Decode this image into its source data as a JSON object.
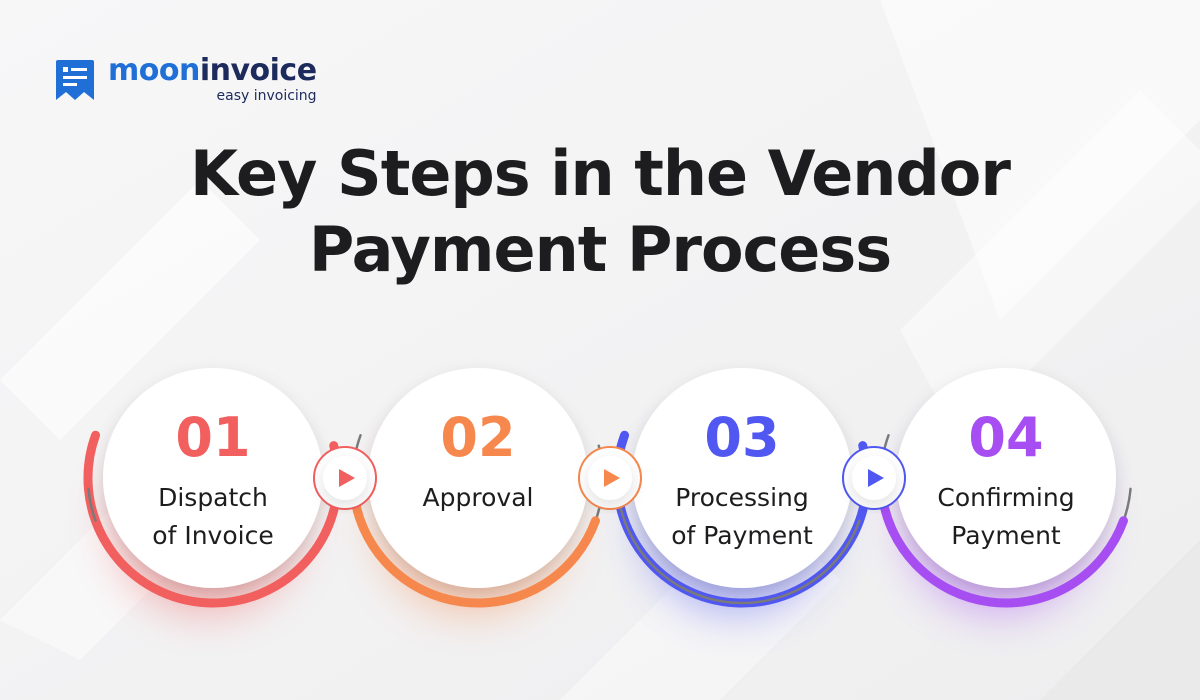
{
  "brand": {
    "name_part1": "moon",
    "name_part2": "invoice",
    "tagline": "easy invoicing",
    "color_primary": "#1f6fd6",
    "color_dark": "#1c2a5c"
  },
  "title": {
    "line1": "Key Steps in the Vendor",
    "line2": "Payment Process"
  },
  "steps": [
    {
      "number": "01",
      "line1": "Dispatch",
      "line2": "of Invoice",
      "color": "#f25f5f"
    },
    {
      "number": "02",
      "line1": "Approval",
      "line2": "",
      "color": "#f6884e"
    },
    {
      "number": "03",
      "line1": "Processing",
      "line2": "of Payment",
      "color": "#5158f2"
    },
    {
      "number": "04",
      "line1": "Confirming",
      "line2": "Payment",
      "color": "#a64ef2"
    }
  ],
  "connectors": [
    {
      "icon": "play-icon",
      "color": "#f25f5f"
    },
    {
      "icon": "play-icon",
      "color": "#f6884e"
    },
    {
      "icon": "play-icon",
      "color": "#5158f2"
    }
  ]
}
